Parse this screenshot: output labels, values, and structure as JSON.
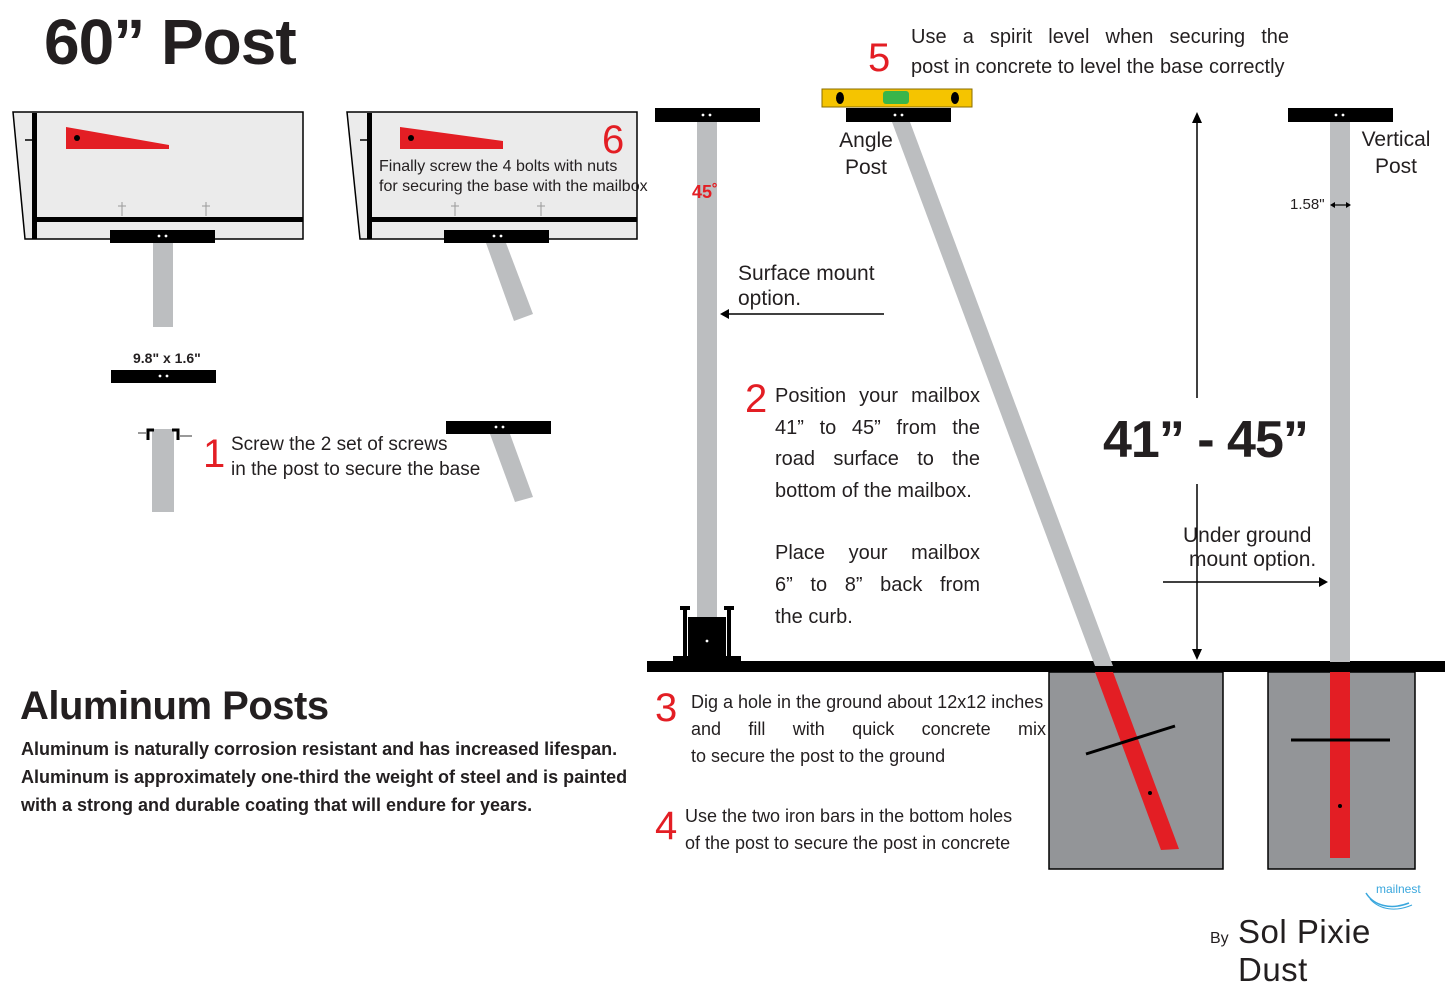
{
  "title": "60” Post",
  "dims": {
    "base_plate": "9.8\" x 1.6\"",
    "post_angle": "45˚",
    "post_width": "1.58\"",
    "height_range": "41” - 45”"
  },
  "labels": {
    "angle_post": [
      "Angle",
      "Post"
    ],
    "vertical_post": [
      "Vertical",
      "Post"
    ],
    "surface_mount": [
      "Surface mount",
      "option."
    ],
    "underground_mount": [
      "Under ground",
      "mount option."
    ]
  },
  "steps": [
    {
      "num": "1",
      "lines": [
        "Screw the 2 set of screws",
        "in the post to secure the base"
      ]
    },
    {
      "num": "2",
      "lines": [
        "Position your mailbox",
        "41” to 45”  from the",
        "road surface to the",
        "bottom of the mailbox."
      ],
      "extra_lines": [
        "Place your mailbox",
        "6”  to 8” back from",
        "the curb."
      ]
    },
    {
      "num": "3",
      "lines": [
        "Dig a hole in the ground about 12x12 inches",
        "and fill with quick concrete mix",
        "to secure the post to the ground"
      ]
    },
    {
      "num": "4",
      "lines": [
        "Use the two iron bars in the bottom holes",
        "of the post to secure the post in concrete"
      ]
    },
    {
      "num": "5",
      "lines": [
        "Use a spirit level when securing the",
        "post in concrete to level  the base correctly"
      ]
    },
    {
      "num": "6",
      "lines": [
        "Finally screw the 4 bolts with nuts",
        "for securing the base with the mailbox"
      ]
    }
  ],
  "aluminum": {
    "heading": "Aluminum Posts",
    "lines": [
      "Aluminum is naturally corrosion resistant and has increased lifespan.",
      "Aluminum is approximately one-third the weight of steel and is painted",
      "with a strong and durable coating that will endure for years."
    ]
  },
  "brand": {
    "logo": "mailnest",
    "by": "By",
    "name": "Sol Pixie Dust"
  },
  "colors": {
    "accent_red": "#e31e24",
    "post_gray": "#bcbec0",
    "concrete": "#939598",
    "black": "#000000",
    "level_yellow": "#f5c400"
  }
}
